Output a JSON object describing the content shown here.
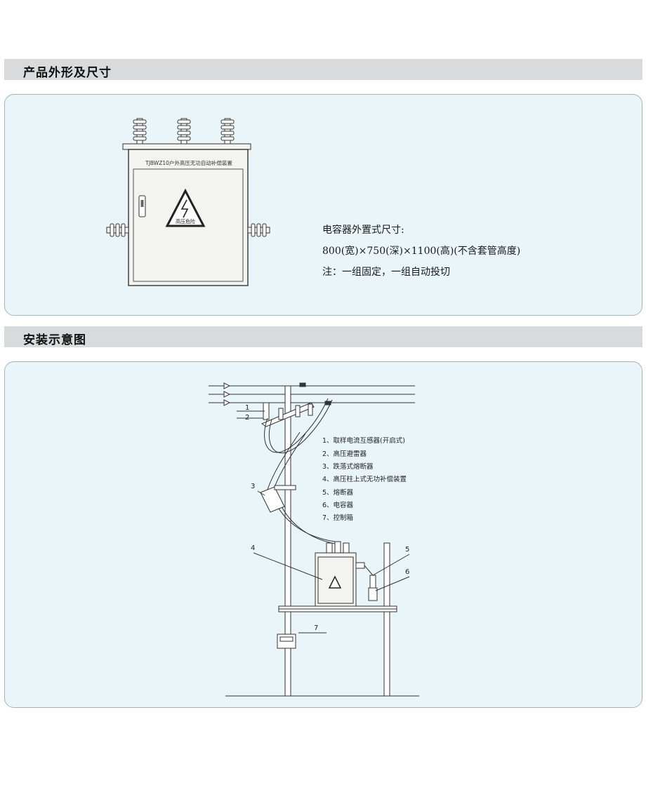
{
  "sections": {
    "appearance": {
      "title": "产品外形及尺寸"
    },
    "install": {
      "title": "安装示意图"
    }
  },
  "appearance": {
    "cabinet_label": "TJBWZ10户外高压无功自动补偿装置",
    "warning_label": "高压危险",
    "spec_title": "电容器外置式尺寸:",
    "spec_dims": "800(宽)×750(深)×1100(高)(不含套管高度)",
    "spec_note": "注：一组固定，一组自动投切"
  },
  "install": {
    "legend": [
      "1、取样电流互感器(开启式)",
      "2、高压避雷器",
      "3、跌落式熔断器",
      "4、高压柱上式无功补偿装置",
      "5、熔断器",
      "6、电容器",
      "7、控制箱"
    ],
    "callouts": {
      "c1": "1",
      "c2": "2",
      "c3": "3",
      "c4": "4",
      "c5": "5",
      "c6": "6",
      "c7": "7"
    }
  },
  "colors": {
    "section_bar": "#d9dadb",
    "panel_bg": "#eaf5fa",
    "panel_border": "#a6b3bb",
    "line": "#333333",
    "cabinet_fill": "#f3f3ef"
  },
  "icons": {
    "warning": "high-voltage-warning-icon",
    "insulator": "insulator-icon",
    "handle": "door-handle-icon"
  }
}
